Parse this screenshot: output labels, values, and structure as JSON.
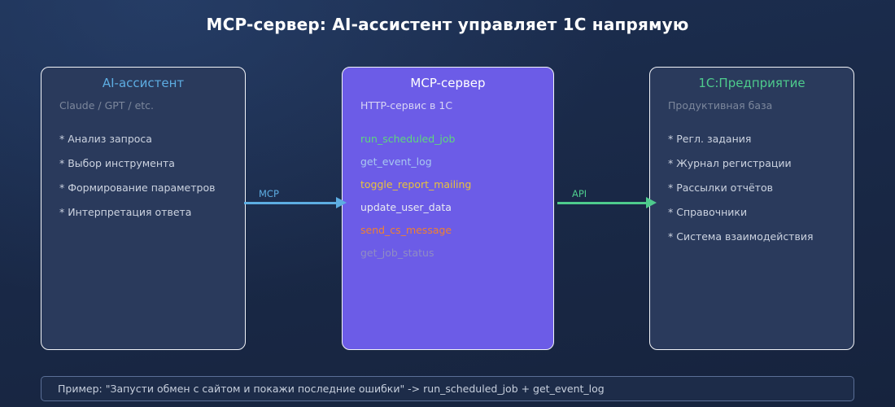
{
  "title": "MCP-сервер: AI-ассистент управляет 1С напрямую",
  "colors": {
    "background_top": "#1c2f52",
    "background_bottom": "#16233d",
    "panel_side_fill": "#2a3a5c",
    "panel_border": "#f2f4f8",
    "panel_mcp_fill": "#6c5ce7",
    "accent_blue": "#5dade2",
    "accent_green": "#4ecb8d",
    "accent_yellow": "#e8c23c",
    "accent_orange": "#f08030",
    "muted": "#7c879c",
    "text": "#ccd3e0"
  },
  "panels": {
    "assistant": {
      "title": "AI-ассистент",
      "title_color": "#5dade2",
      "subtitle": "Claude / GPT / etc.",
      "items": [
        "* Анализ запроса",
        "* Выбор инструмента",
        "* Формирование параметров",
        "* Интерпретация ответа"
      ]
    },
    "mcp": {
      "title": "MCP-сервер",
      "title_color": "#ffffff",
      "subtitle": "HTTP-сервис в 1С",
      "tools": [
        {
          "name": "run_scheduled_job",
          "color": "#5ed67d"
        },
        {
          "name": "get_event_log",
          "color": "#a8c8f0"
        },
        {
          "name": "toggle_report_mailing",
          "color": "#e8c23c"
        },
        {
          "name": "update_user_data",
          "color": "#e8eaf2"
        },
        {
          "name": "send_cs_message",
          "color": "#f08030"
        },
        {
          "name": "get_job_status",
          "color": "#8f8cc4"
        }
      ]
    },
    "onec": {
      "title": "1С:Предприятие",
      "title_color": "#4ecb8d",
      "subtitle": "Продуктивная база",
      "items": [
        "* Регл. задания",
        "* Журнал регистрации",
        "* Рассылки отчётов",
        "* Справочники",
        "* Система взаимодействия"
      ]
    }
  },
  "arrows": {
    "mcp": {
      "label": "MCP",
      "color": "#5dade2"
    },
    "api": {
      "label": "API",
      "color": "#4ecb8d"
    }
  },
  "footer": {
    "text": "Пример: \"Запусти обмен с сайтом и покажи последние ошибки\" -> run_scheduled_job + get_event_log"
  }
}
